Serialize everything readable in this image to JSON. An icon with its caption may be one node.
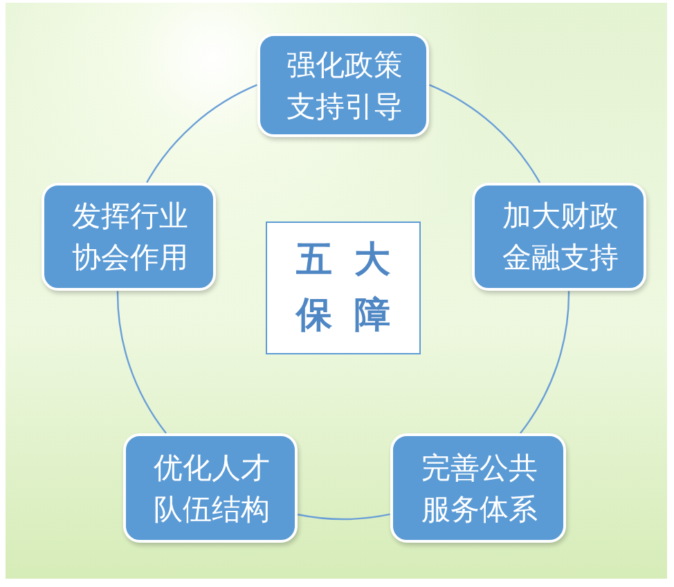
{
  "diagram": {
    "nodes": [
      {
        "text": [
          "强化政策支持引导"
        ]
      },
      {
        "text": [
          "加大财政金融支持"
        ]
      },
      {
        "text": [
          "完善公共服务体系"
        ]
      },
      {
        "text": [
          "优化人才队伍结构"
        ]
      },
      {
        "text": [
          "发挥行业协会作用"
        ]
      },
      {
        "text": [
          "五大保障"
        ]
      }
    ],
    "edges": [
      {
        "from": 0,
        "to": 1,
        "arrow": "none"
      },
      {
        "from": 1,
        "to": 2,
        "arrow": "none"
      },
      {
        "from": 2,
        "to": 3,
        "arrow": "none"
      },
      {
        "from": 3,
        "to": 4,
        "arrow": "none"
      },
      {
        "from": 4,
        "to": 0,
        "arrow": "none"
      }
    ]
  }
}
